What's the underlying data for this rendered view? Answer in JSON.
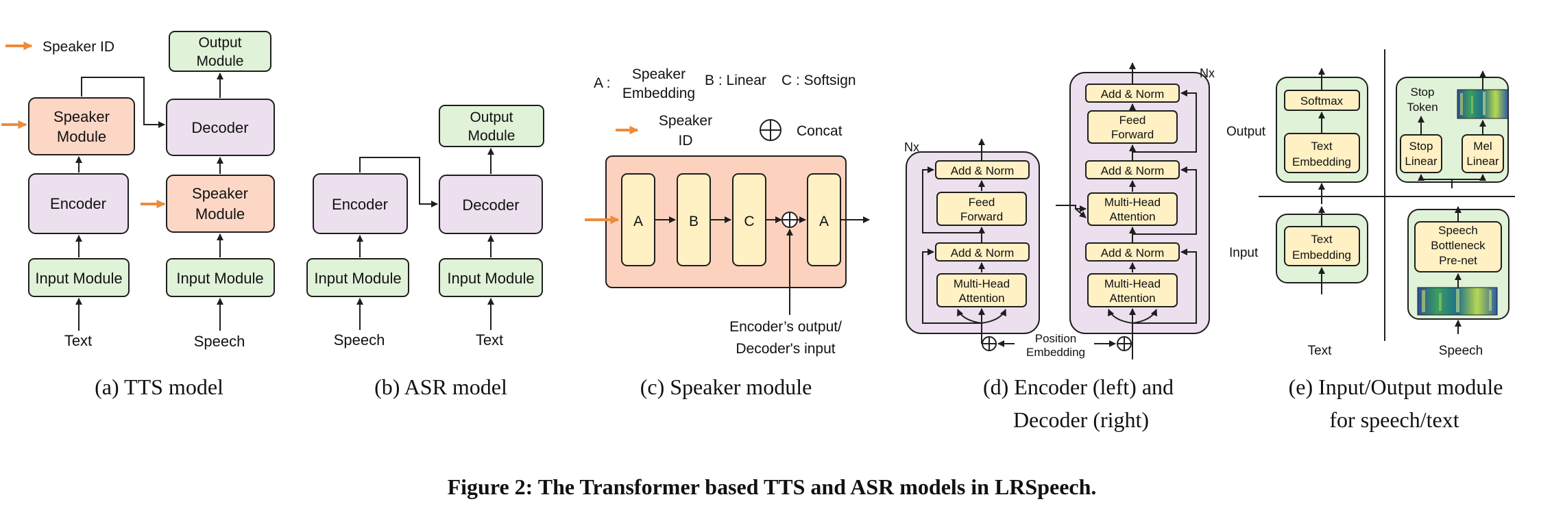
{
  "colors": {
    "speaker": "#fdd7c6",
    "speaker_panel": "#fcd2be",
    "neutral": "#ecdfee",
    "io": "#e0f2d8",
    "layer": "#fff1c4",
    "accent": "#ee8b3a",
    "stroke": "#1e1e1e"
  },
  "panel_a": {
    "legend": "Speaker ID",
    "output": [
      "Output",
      "Module"
    ],
    "speaker_left": [
      "Speaker",
      "Module"
    ],
    "decoder": "Decoder",
    "encoder": "Encoder",
    "speaker_right": [
      "Speaker",
      "Module"
    ],
    "input_left": "Input Module",
    "input_right": "Input Module",
    "in_left": "Text",
    "in_right": "Speech",
    "caption": "(a) TTS model"
  },
  "panel_b": {
    "output": [
      "Output",
      "Module"
    ],
    "encoder": "Encoder",
    "decoder": "Decoder",
    "input_left": "Input Module",
    "input_right": "Input Module",
    "in_left": "Speech",
    "in_right": "Text",
    "caption": "(b) ASR model"
  },
  "panel_c": {
    "legend_a_key": "A :",
    "legend_a": [
      "Speaker",
      "Embedding"
    ],
    "legend_b": "B : Linear",
    "legend_c": "C : Softsign",
    "legend_speaker": [
      "Speaker",
      "ID"
    ],
    "legend_concat": "Concat",
    "blocks": [
      "A",
      "B",
      "C",
      "A"
    ],
    "note": [
      "Encoder’s output/",
      "Decoder's input"
    ],
    "caption": "(c) Speaker module"
  },
  "panel_d": {
    "nx_left": "Nx",
    "nx_right": "Nx",
    "enc_layers": [
      "Add & Norm",
      [
        "Feed",
        "Forward"
      ],
      "Add & Norm",
      [
        "Multi-Head",
        "Attention"
      ]
    ],
    "dec_layers": [
      "Add & Norm",
      [
        "Feed",
        "Forward"
      ],
      "Add & Norm",
      [
        "Multi-Head",
        "Attention"
      ],
      "Add & Norm",
      [
        "Multi-Head",
        "Attention"
      ]
    ],
    "position": [
      "Position",
      "Embedding"
    ],
    "caption": [
      "(d) Encoder (left) and",
      "Decoder (right)"
    ]
  },
  "panel_e": {
    "row_output": "Output",
    "row_input": "Input",
    "softmax": "Softmax",
    "text_embedding_out": [
      "Text",
      "Embedding"
    ],
    "stop_token": [
      "Stop",
      "Token"
    ],
    "stop_linear": [
      "Stop",
      "Linear"
    ],
    "mel_linear": [
      "Mel",
      "Linear"
    ],
    "text_embedding_in": [
      "Text",
      "Embedding"
    ],
    "bottleneck": [
      "Speech",
      "Bottleneck",
      "Pre-net"
    ],
    "col_text": "Text",
    "col_speech": "Speech",
    "caption": [
      "(e) Input/Output module",
      "for speech/text"
    ]
  },
  "figure_caption": "Figure 2: The Transformer based TTS and ASR models in LRSpeech."
}
